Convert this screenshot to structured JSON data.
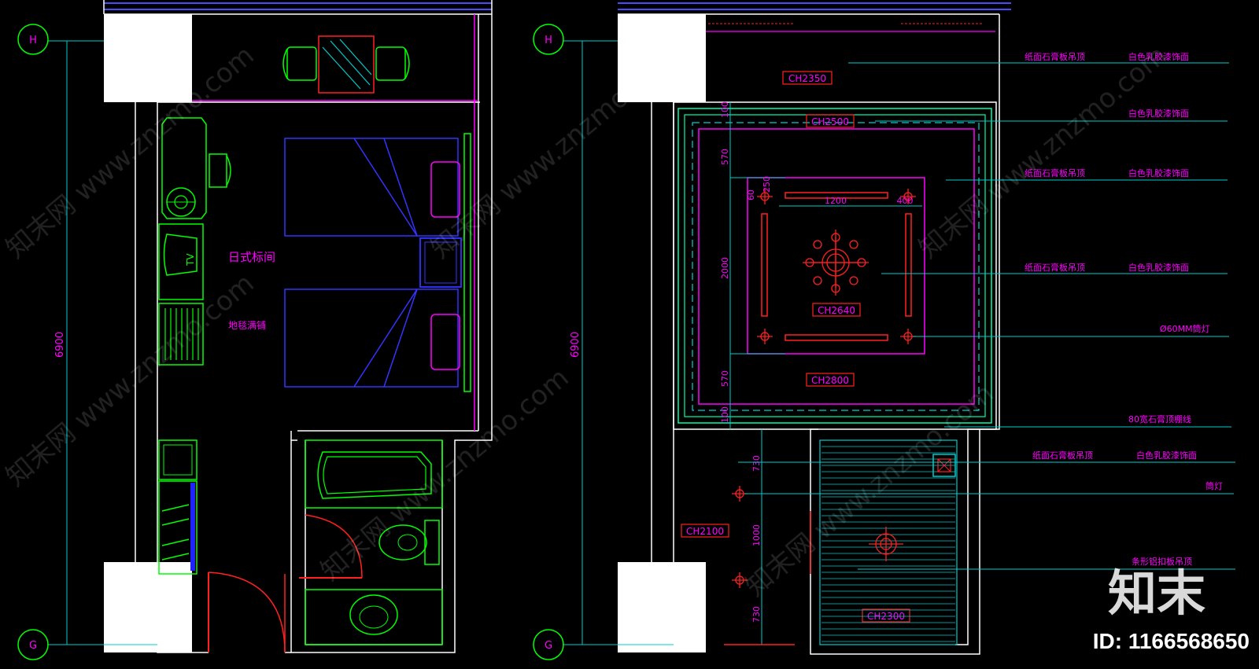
{
  "plan": {
    "room_label": "日式标间",
    "carpet_label": "地毯满铺",
    "tv_label": "TV",
    "dimension_total": "6900",
    "grid_top": "H",
    "grid_bottom": "G"
  },
  "ceiling": {
    "dimension_total": "6900",
    "grid_top": "H",
    "grid_bottom": "G",
    "heights": {
      "ch2350": "CH2350",
      "ch2500": "CH2500",
      "ch2640": "CH2640",
      "ch2800": "CH2800",
      "ch2100": "CH2100",
      "ch2300": "CH2300"
    },
    "dims": {
      "d100a": "100",
      "d570a": "570",
      "d60": "60",
      "d250": "250",
      "d1200": "1200",
      "d400": "400",
      "d2000": "2000",
      "d570b": "570",
      "d100b": "100",
      "d730a": "730",
      "d1000": "1000",
      "d730b": "730"
    },
    "notes": {
      "n1a": "纸面石膏板吊顶",
      "n1b": "白色乳胶漆饰面",
      "n2b": "白色乳胶漆饰面",
      "n3a": "纸面石膏板吊顶",
      "n3b": "白色乳胶漆饰面",
      "n4a": "纸面石膏板吊顶",
      "n4b": "白色乳胶漆饰面",
      "n5": "Ø60MM筒灯",
      "n6": "80宽石膏顶棚线",
      "n7a": "纸面石膏板吊顶",
      "n7b": "白色乳胶漆饰面",
      "n8": "筒灯",
      "n9": "条形铝扣板吊顶"
    }
  },
  "watermark": {
    "text": "知末网 www.znzmo.com",
    "logo": "知末",
    "id": "ID: 1166568650"
  },
  "colors": {
    "wall": "#ffffff",
    "furniture": "#00ff00",
    "bed": "#3333ff",
    "accent": "#ff00ff",
    "cyan": "#00cccc",
    "red": "#ff2020",
    "background": "#000000"
  }
}
